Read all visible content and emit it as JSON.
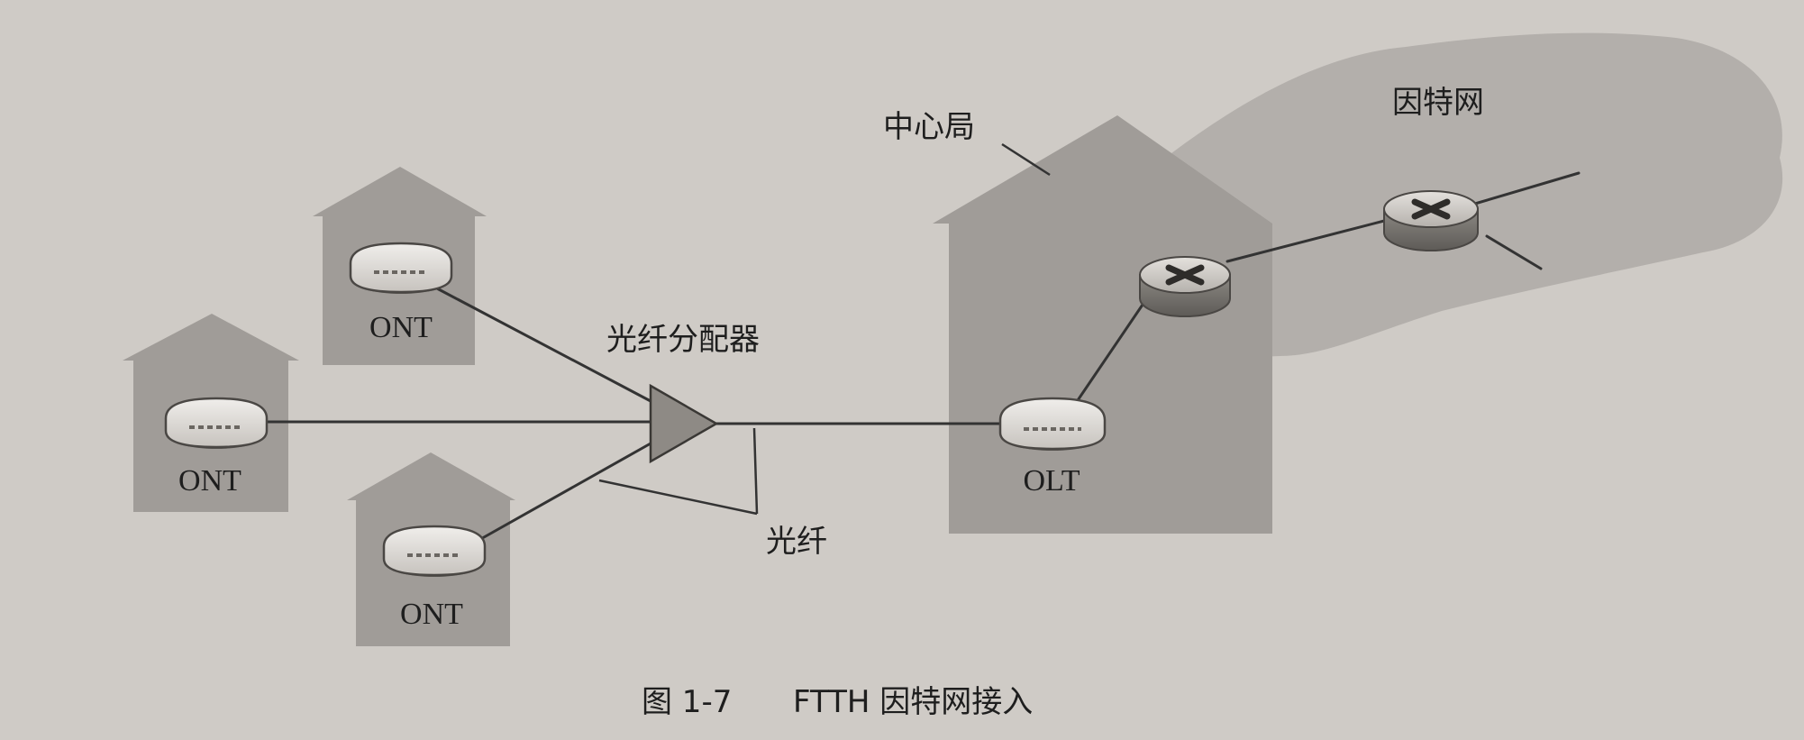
{
  "labels": {
    "central_office": "中心局",
    "internet": "因特网",
    "splitter": "光纤分配器",
    "fiber": "光纤",
    "ont": "ONT",
    "olt": "OLT"
  },
  "caption": {
    "number": "图 1-7",
    "title": "FTTH 因特网接入"
  },
  "colors": {
    "paper": "#cfcbc6",
    "house": "#a09c98",
    "cloud": "#b3afab",
    "line": "#333333",
    "text": "#1e1e1e"
  }
}
